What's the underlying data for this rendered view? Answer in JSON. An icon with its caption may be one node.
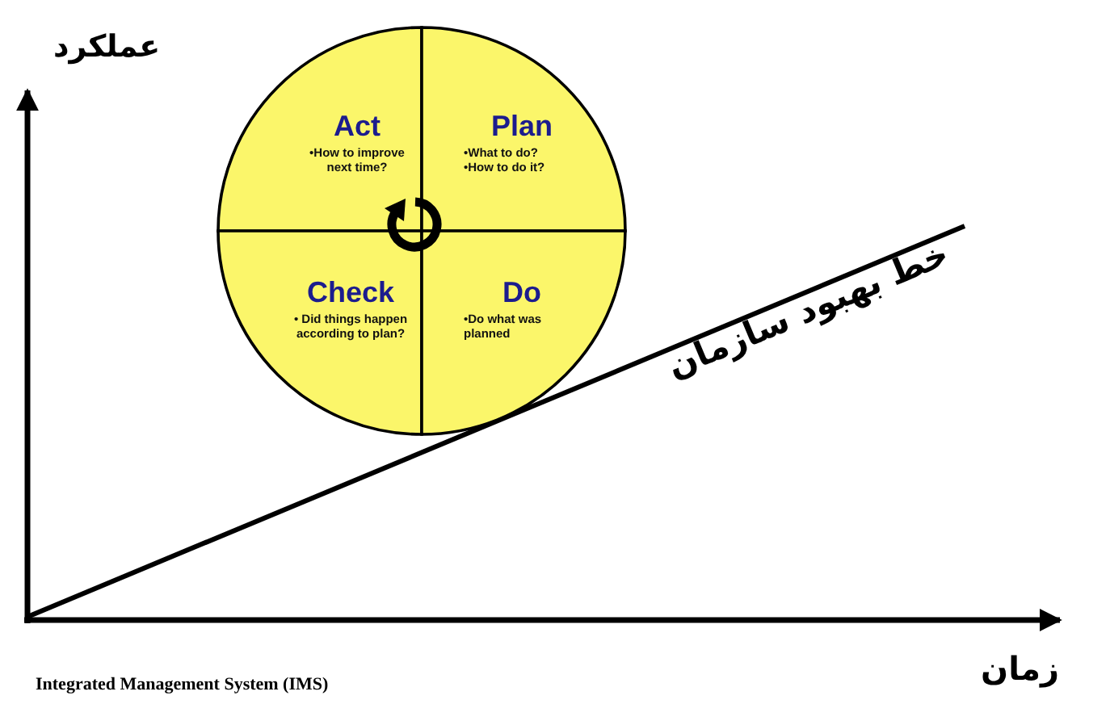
{
  "diagram": {
    "nodes": [
      {
        "text": [
          "Act",
          "•How to improve next time?"
        ]
      },
      {
        "text": [
          "Plan",
          "•What to do?",
          "•How to do it?"
        ]
      },
      {
        "text": [
          "Check",
          "• Did things happen according to plan?"
        ]
      },
      {
        "text": [
          "Do",
          "•Do what was planned"
        ]
      }
    ],
    "labels": [
      "عملکرد",
      "خط بهبود سازمان",
      "زمان",
      "Integrated Management System (IMS)"
    ]
  }
}
